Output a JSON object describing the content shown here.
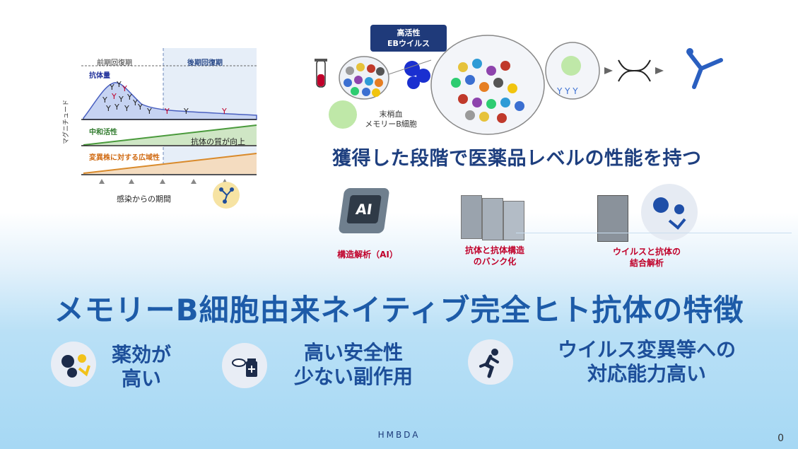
{
  "chart": {
    "early_phase": "前期回復期",
    "late_phase": "後期回復期",
    "antibody_amount": "抗体量",
    "y_axis": "マグニチュード",
    "neutralizing": "中和活性",
    "quality_up": "抗体の質が向上",
    "breadth": "変異株に対する広域性",
    "x_axis": "感染からの期間"
  },
  "pipeline": {
    "badge_line1": "高活性",
    "badge_line2": "EBウイルス",
    "cell_line1": "末梢血",
    "cell_line2": "メモリーB細胞"
  },
  "headline": "獲得した段階で医薬品レベルの性能を持つ",
  "tech": {
    "ai_chip": "AI",
    "ai_caption": "構造解析（AI）",
    "bank_line1": "抗体と抗体構造",
    "bank_line2": "のバンク化",
    "binding_line1": "ウイルスと抗体の",
    "binding_line2": "結合解析"
  },
  "main_title": "メモリーB細胞由来ネイティブ完全ヒト抗体の特徴",
  "features": [
    {
      "line1": "薬効が",
      "line2": "高い"
    },
    {
      "line1": "高い安全性",
      "line2": "少ない副作用"
    },
    {
      "line1": "ウイルス変異等への",
      "line2": "対応能力高い"
    }
  ],
  "footer": "HMBDA",
  "page_number": "0",
  "colors": {
    "title_blue": "#1d5ba8",
    "headline_navy": "#1e3f7f",
    "caption_red": "#c0002a",
    "green": "#4a9a3c",
    "orange": "#d98a2b"
  }
}
